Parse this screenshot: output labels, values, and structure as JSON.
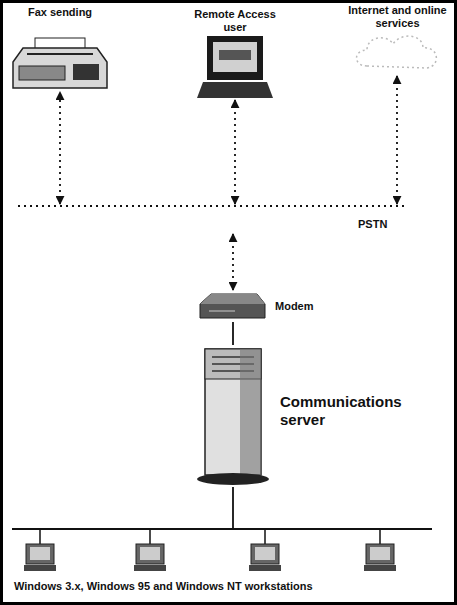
{
  "diagram": {
    "nodes": [
      {
        "text": [
          "Fax sending"
        ]
      },
      {
        "text": [
          "Remote Access user"
        ]
      },
      {
        "text": [
          "Internet and online services"
        ]
      },
      {
        "text": [
          "PSTN"
        ]
      },
      {
        "text": [
          "Modem"
        ]
      },
      {
        "text": [
          "Communications server"
        ]
      },
      {
        "text": [
          "Windows 3.x, Windows 95 and Windows NT workstations"
        ]
      }
    ],
    "edges": [
      {
        "from": 3,
        "to": 0,
        "arrow": "both"
      },
      {
        "from": 3,
        "to": 1,
        "arrow": "both"
      },
      {
        "from": 3,
        "to": 2,
        "arrow": "both"
      },
      {
        "from": 3,
        "to": 4,
        "arrow": "both"
      },
      {
        "from": 4,
        "to": 5,
        "arrow": "none"
      },
      {
        "from": 5,
        "to": 6,
        "arrow": "none"
      }
    ]
  }
}
